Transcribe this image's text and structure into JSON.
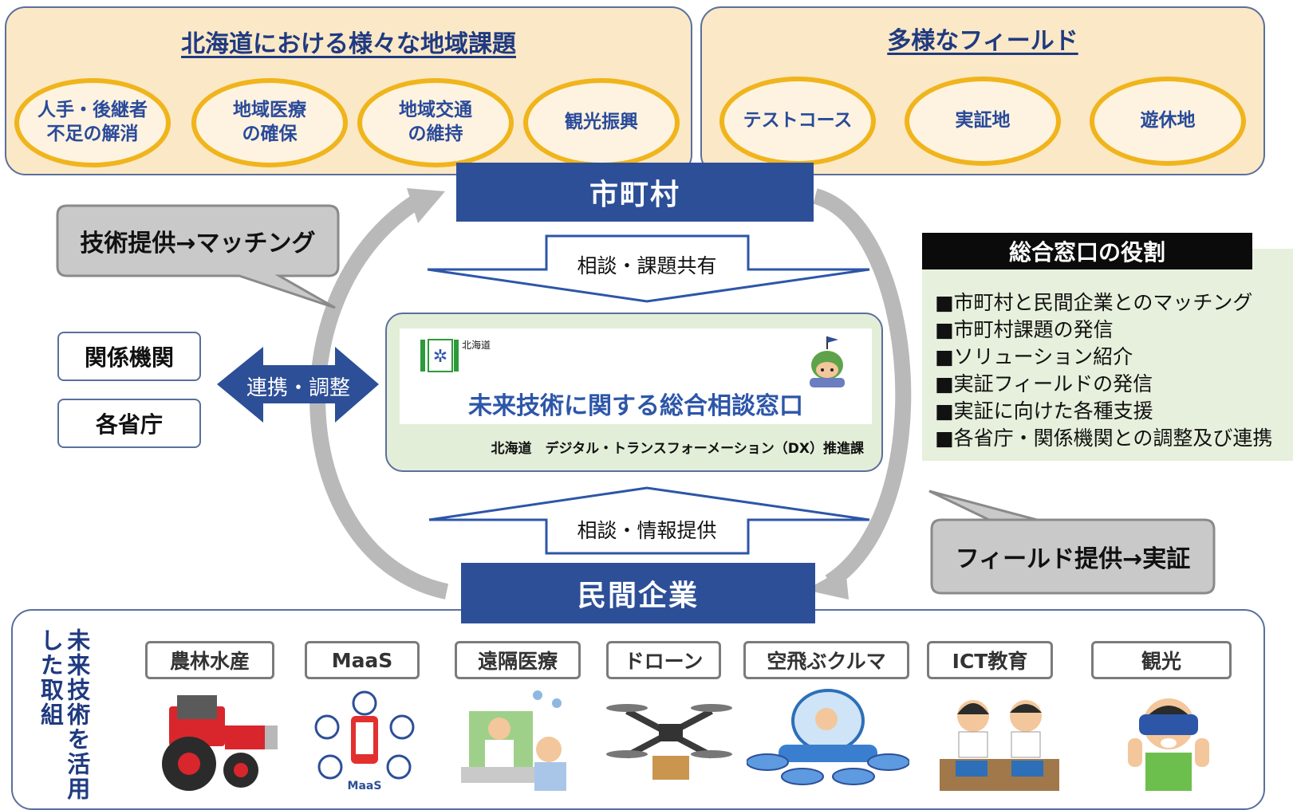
{
  "top_left": {
    "title": "北海道における様々な地域課題",
    "items": [
      "人手・後継者\n不足の解消",
      "地域医療\nの確保",
      "地域交通\nの維持",
      "観光振興"
    ]
  },
  "top_right": {
    "title": "多様なフィールド",
    "items": [
      "テストコース",
      "実証地",
      "遊休地"
    ]
  },
  "municipality": "市町村",
  "private_company": "民間企業",
  "arrow_down_label": "相談・課題共有",
  "arrow_up_label": "相談・情報提供",
  "callout_left": "技術提供→マッチング",
  "callout_right": "フィールド提供→実証",
  "left_boxes": [
    "関係機関",
    "各省庁"
  ],
  "coordination_label": "連携・調整",
  "center": {
    "logo_text": "北海道",
    "title": "未来技術に関する総合相談窓口",
    "department": "北海道　デジタル・トランスフォーメーション（DX）推進課"
  },
  "role": {
    "title": "総合窓口の役割",
    "items": [
      "■市町村と民間企業とのマッチング",
      "■市町村課題の発信",
      "■ソリューション紹介",
      "■実証フィールドの発信",
      "■実証に向けた各種支援",
      "■各省庁・関係機関との調整及び連携"
    ]
  },
  "bottom": {
    "vertical_label": "未来技術を活用した取組",
    "tags": [
      "農林水産",
      "MaaS",
      "遠隔医療",
      "ドローン",
      "空飛ぶクルマ",
      "ICT教育",
      "観光"
    ],
    "maas_icon_label": "MaaS"
  },
  "colors": {
    "navy": "#2d4f98",
    "panel_cream": "#fbe8c6",
    "ellipse_border": "#f0b41c",
    "role_green": "#e6f0dc",
    "center_green": "#e3eed8",
    "arrow_gray": "#b4b4b4"
  }
}
